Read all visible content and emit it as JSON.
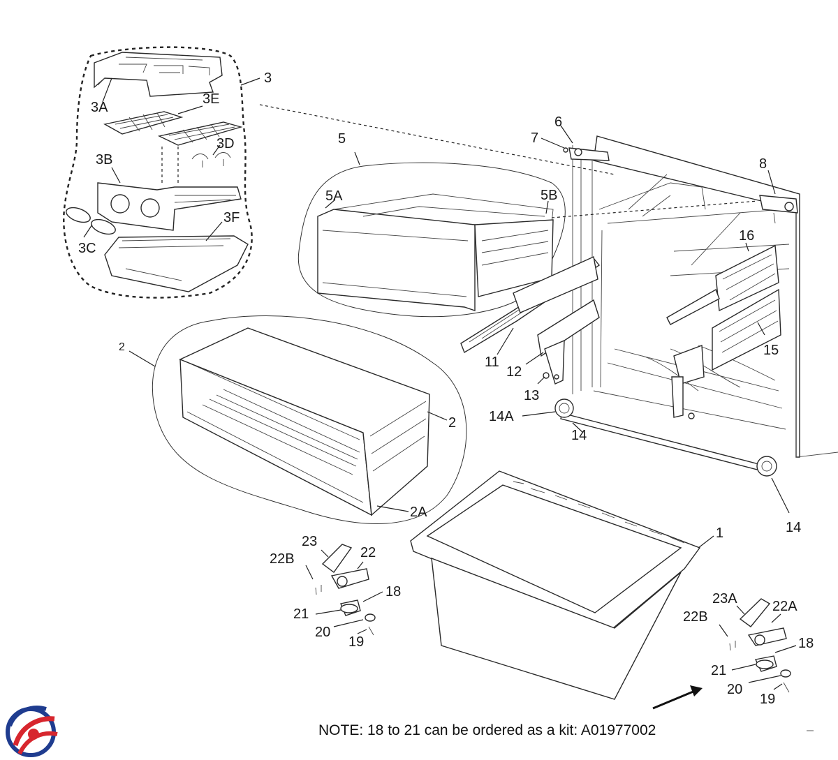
{
  "labels": {
    "p1": "1",
    "p2": "2",
    "p2_small": "2",
    "p2A": "2A",
    "p3": "3",
    "p3A": "3A",
    "p3B": "3B",
    "p3C": "3C",
    "p3D": "3D",
    "p3E": "3E",
    "p3F": "3F",
    "p5": "5",
    "p5A": "5A",
    "p5B": "5B",
    "p6": "6",
    "p7": "7",
    "p8": "8",
    "p11": "11",
    "p12": "12",
    "p13": "13",
    "p14A": "14A",
    "p14a": "14",
    "p14b": "14",
    "p15": "15",
    "p16": "16",
    "left_kit": {
      "p23": "23",
      "p22": "22",
      "p22B": "22B",
      "p18": "18",
      "p21": "21",
      "p20": "20",
      "p19": "19"
    },
    "right_kit": {
      "p23A": "23A",
      "p22A": "22A",
      "p22B": "22B",
      "p18": "18",
      "p21": "21",
      "p20": "20",
      "p19": "19"
    }
  },
  "note": "NOTE: 18 to 21 can be ordered as a kit: A01977002",
  "logo": {
    "name": "brand-logo",
    "colors": [
      "#1f3c8f",
      "#d7262e"
    ]
  }
}
